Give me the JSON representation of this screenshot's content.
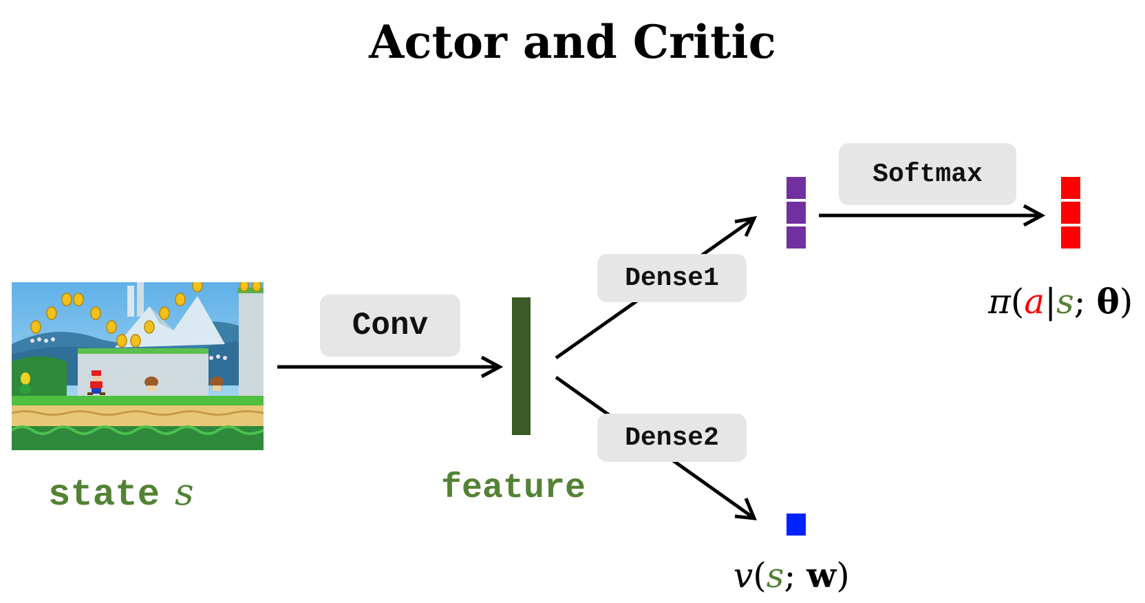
{
  "title": "Actor and Critic",
  "layers": {
    "conv": "Conv",
    "dense1": "Dense1",
    "dense2": "Dense2",
    "softmax": "Softmax"
  },
  "labels": {
    "state_word": "state",
    "state_symbol": "s",
    "feature": "feature"
  },
  "policy_output": {
    "pi": "π",
    "open": "(",
    "a": "a",
    "bar": "|",
    "s": "s",
    "sep": ";",
    "theta": "θ",
    "close": ")"
  },
  "value_output": {
    "v": "v",
    "open": "(",
    "s": "s",
    "sep": ";",
    "w": "w",
    "close": ")"
  },
  "colors": {
    "feature_bar": "#3a5a26",
    "actor_vector": "#7030a0",
    "policy_vector": "#ff0000",
    "value_cell": "#0022ff",
    "green_text": "#548235"
  },
  "image": {
    "description_icon": "super-mario-game-screenshot"
  }
}
